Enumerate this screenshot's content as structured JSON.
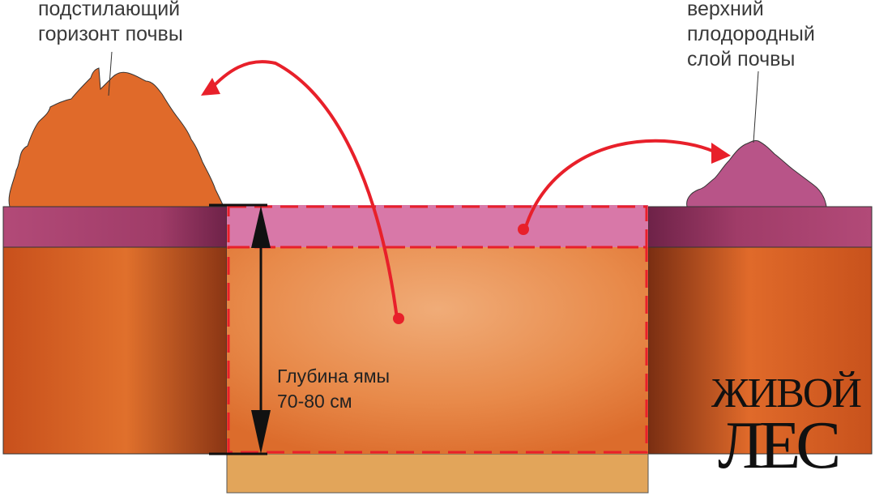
{
  "labels": {
    "subsoil": "подстилающий\nгоризонт почвы",
    "topsoil": "верхний\nплодородный\nслой почвы",
    "depth": "Глубина ямы\n70-80 см"
  },
  "logo": {
    "line1": "ЖИВОЙ",
    "line2": "ЛЕС"
  },
  "colors": {
    "subsoil": "#e06a2a",
    "topsoil": "#a8406a",
    "topsoil_pile": "#b85488",
    "pit_top": "#d878a8",
    "pit_body": "#e8975a",
    "pit_bottom": "#e2a55a",
    "arrow_red": "#e8202a",
    "depth_arrow": "#111111"
  }
}
